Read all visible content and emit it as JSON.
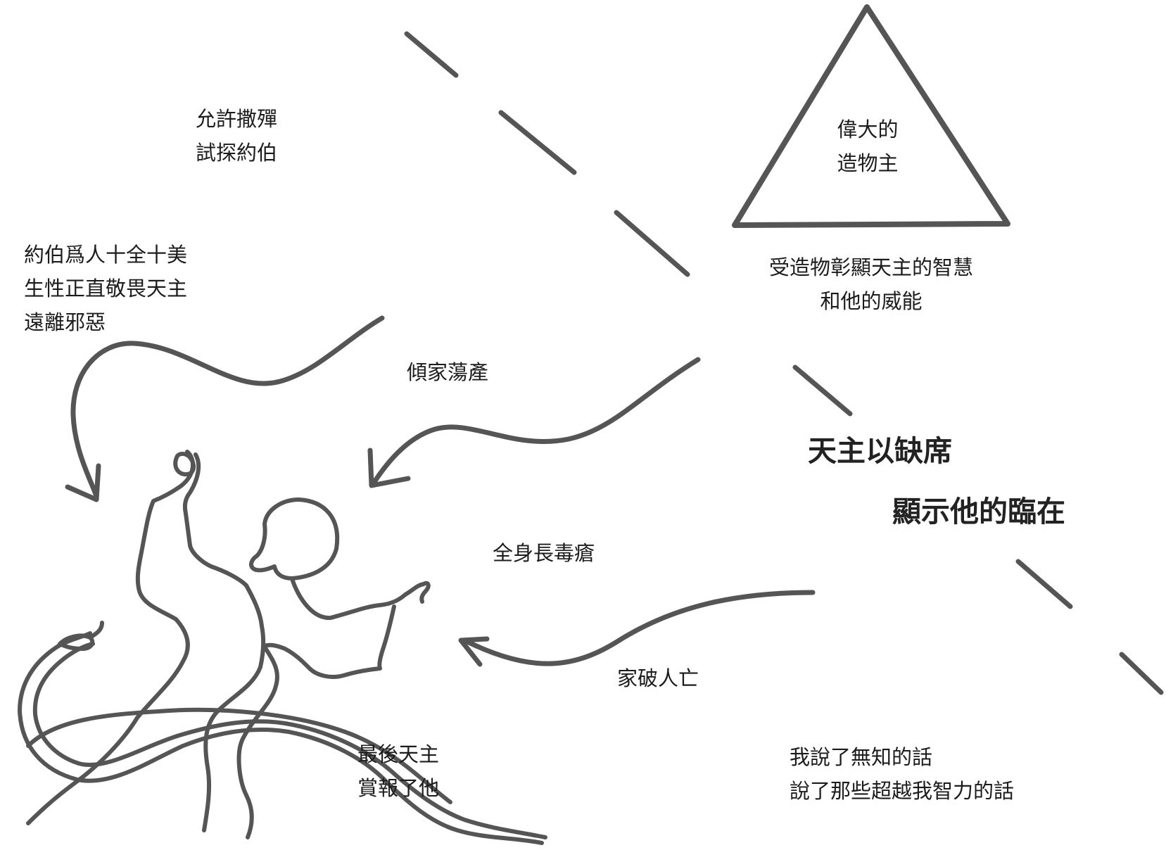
{
  "colors": {
    "stroke": "#555555",
    "text": "#1c1c1c",
    "background": "#ffffff"
  },
  "labels": {
    "permit_satan": [
      "允許撒殫",
      "試探約伯"
    ],
    "job_perfect": [
      "約伯爲人十全十美",
      "生性正直敬畏天主",
      "遠離邪惡"
    ],
    "lost_property": "傾家蕩產",
    "sores": "全身長毒瘡",
    "family_ruined": "家破人亡",
    "reward": [
      "最後天主",
      "賞報了他"
    ],
    "creator": [
      "偉大的",
      "造物主"
    ],
    "creatures_show": [
      "受造物彰顯天主的智慧",
      "和他的威能"
    ],
    "absence": [
      "天主以缺席",
      "顯示他的臨在"
    ],
    "confession": [
      "我說了無知的話",
      "說了那些超越我智力的話"
    ]
  },
  "icons": [
    "triangle-icon",
    "job-figure-icon",
    "serpent-icon"
  ]
}
